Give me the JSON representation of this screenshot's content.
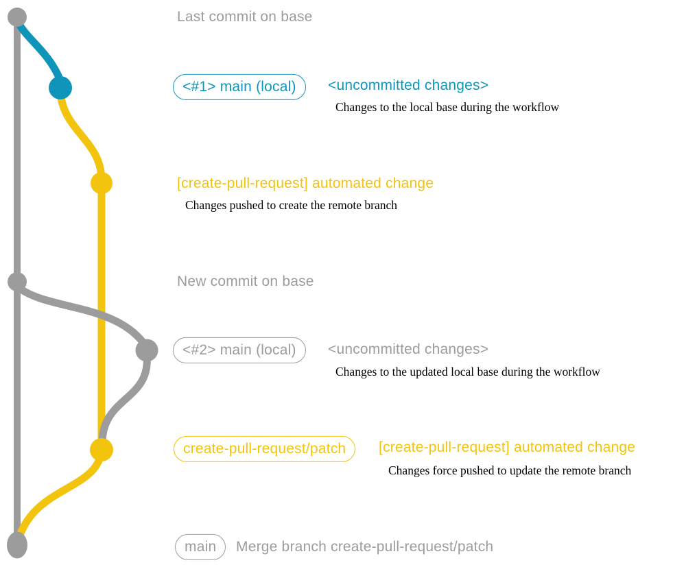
{
  "colors": {
    "gray": "#9C9C9C",
    "blue": "#1095BA",
    "yellow": "#F2C40D",
    "ink": "#000000",
    "bg": "#FFFFFF"
  },
  "rows": [
    {
      "title": "Last commit on base"
    },
    {
      "badge": "<#1> main (local)",
      "status": "<uncommitted changes>",
      "description": "Changes to the local base during the workflow"
    },
    {
      "title": "[create-pull-request] automated change",
      "description": "Changes pushed to create the remote branch"
    },
    {
      "title": "New commit on base"
    },
    {
      "badge": "<#2> main (local)",
      "status": "<uncommitted changes>",
      "description": "Changes to the updated local base during the workflow"
    },
    {
      "badge": "create-pull-request/patch",
      "title": "[create-pull-request] automated change",
      "description": "Changes force pushed to update the remote branch"
    },
    {
      "badge": "main",
      "title": "Merge branch create-pull-request/patch"
    }
  ]
}
